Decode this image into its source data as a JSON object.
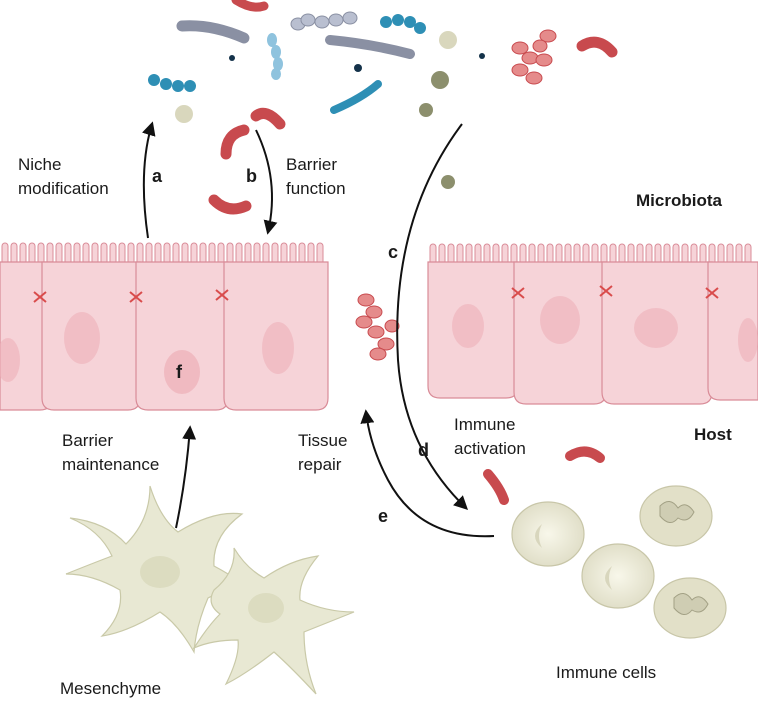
{
  "labels": {
    "microbiota": "Microbiota",
    "host": "Host",
    "niche_line1": "Niche",
    "niche_line2": "modification",
    "barrier_function_line1": "Barrier",
    "barrier_function_line2": "function",
    "barrier_maint_line1": "Barrier",
    "barrier_maint_line2": "maintenance",
    "tissue_line1": "Tissue",
    "tissue_line2": "repair",
    "immune_act_line1": "Immune",
    "immune_act_line2": "activation",
    "mesenchyme": "Mesenchyme",
    "immune_cells": "Immune cells"
  },
  "letters": {
    "a": "a",
    "b": "b",
    "c": "c",
    "d": "d",
    "e": "e",
    "f": "f"
  },
  "colors": {
    "epithelium_fill": "#f6d3d8",
    "epithelium_stroke": "#d98c98",
    "nucleus": "#eeb1b9",
    "junction": "#d94c4c",
    "bacteria_red": "#c84a4e",
    "bacteria_pink": "#e58b8b",
    "bacteria_blue": "#2e8fb5",
    "bacteria_light_blue": "#8fc3de",
    "bacteria_grey": "#8a90a3",
    "metabolite_dark": "#14324a",
    "metabolite_olive": "#8c8f6d",
    "metabolite_cream": "#d9d7bd",
    "mesenchyme_fill": "#e8e8d3",
    "immune_fill": "#ecebd8",
    "arrow": "#111111"
  }
}
